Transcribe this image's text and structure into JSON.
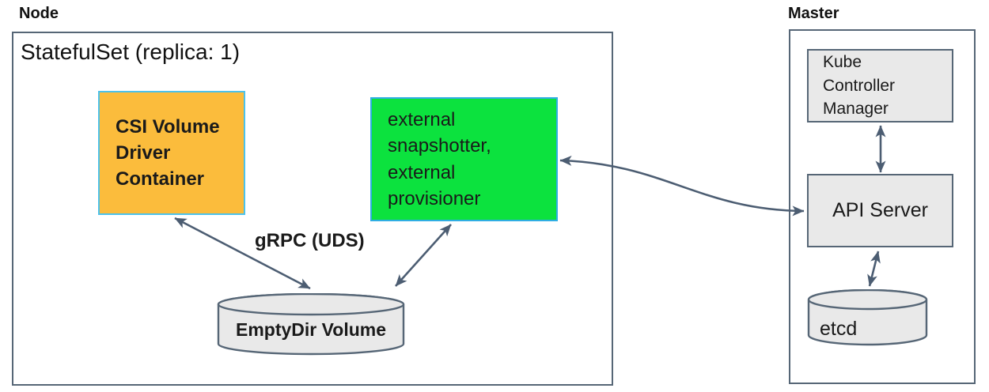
{
  "colors": {
    "csi_fill": "#FBBC3C",
    "csi_border": "#4CC2EC",
    "external_fill": "#0CE23E",
    "external_border": "#2FAEE3",
    "gray_fill": "#E9E9E9",
    "box_border": "#566676",
    "arrow": "#4C5D72",
    "text": "#1A1A1A"
  },
  "node": {
    "label": "Node",
    "statefulset_label": "StatefulSet (replica: 1)",
    "csi_container": "CSI Volume Driver Container",
    "external_sidecars": "external snapshotter, external provisioner",
    "grpc_label": "gRPC (UDS)",
    "emptydir_label": "EmptyDir Volume"
  },
  "master": {
    "label": "Master",
    "kube_controller_manager": "Kube Controller Manager",
    "api_server": "API Server",
    "etcd_label": "etcd"
  }
}
